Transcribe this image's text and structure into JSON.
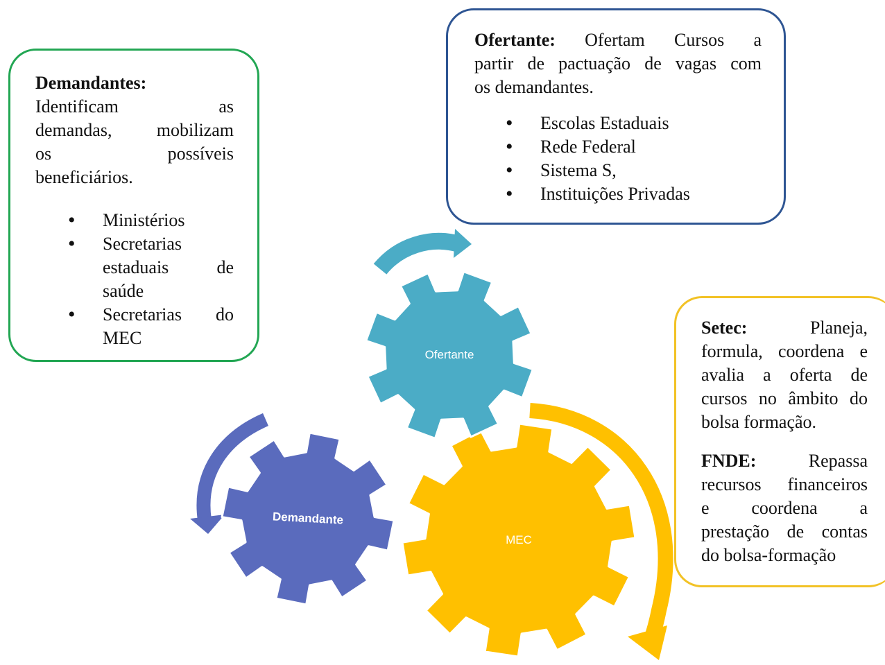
{
  "colors": {
    "ofertante_gear": "#4bacc6",
    "demandante_gear": "#5a6bbd",
    "mec_gear": "#ffc000",
    "demandantes_border": "#22a653",
    "ofertante_border": "#2e5593",
    "mec_border": "#f2c226"
  },
  "gears": {
    "ofertante": "Ofertante",
    "demandante": "Demandante",
    "mec": "MEC"
  },
  "demandantes_box": {
    "title": "Demandantes:",
    "text_lines": [
      "Identificam as",
      "demandas, mobilizam",
      "os possíveis"
    ],
    "text_last": "beneficiários.",
    "items": [
      "Ministérios",
      "Secretarias estaduais de saúde",
      "Secretarias do MEC"
    ]
  },
  "ofertante_box": {
    "title": "Ofertante:",
    "first_line_rest": "Ofertam Cursos a",
    "line2": "partir de pactuação de vagas com",
    "line3": "os demandantes.",
    "items": [
      "Escolas Estaduais",
      "Rede Federal",
      "Sistema S,",
      "Instituições Privadas"
    ]
  },
  "mec_box": {
    "setec_title": "Setec:",
    "setec_first_rest": "Planeja,",
    "setec_lines": [
      "formula, coordena e",
      "avalia a oferta de",
      "cursos no âmbito do"
    ],
    "setec_last": "bolsa formação.",
    "fnde_title": "FNDE:",
    "fnde_first_rest": "Repassa",
    "fnde_lines": [
      "recursos financeiros",
      "e coordena a",
      "prestação de contas"
    ],
    "fnde_last": "do bolsa-formação"
  },
  "icons": [
    "ofertante-gear-icon",
    "demandante-gear-icon",
    "mec-gear-icon",
    "curved-arrow-icon"
  ]
}
